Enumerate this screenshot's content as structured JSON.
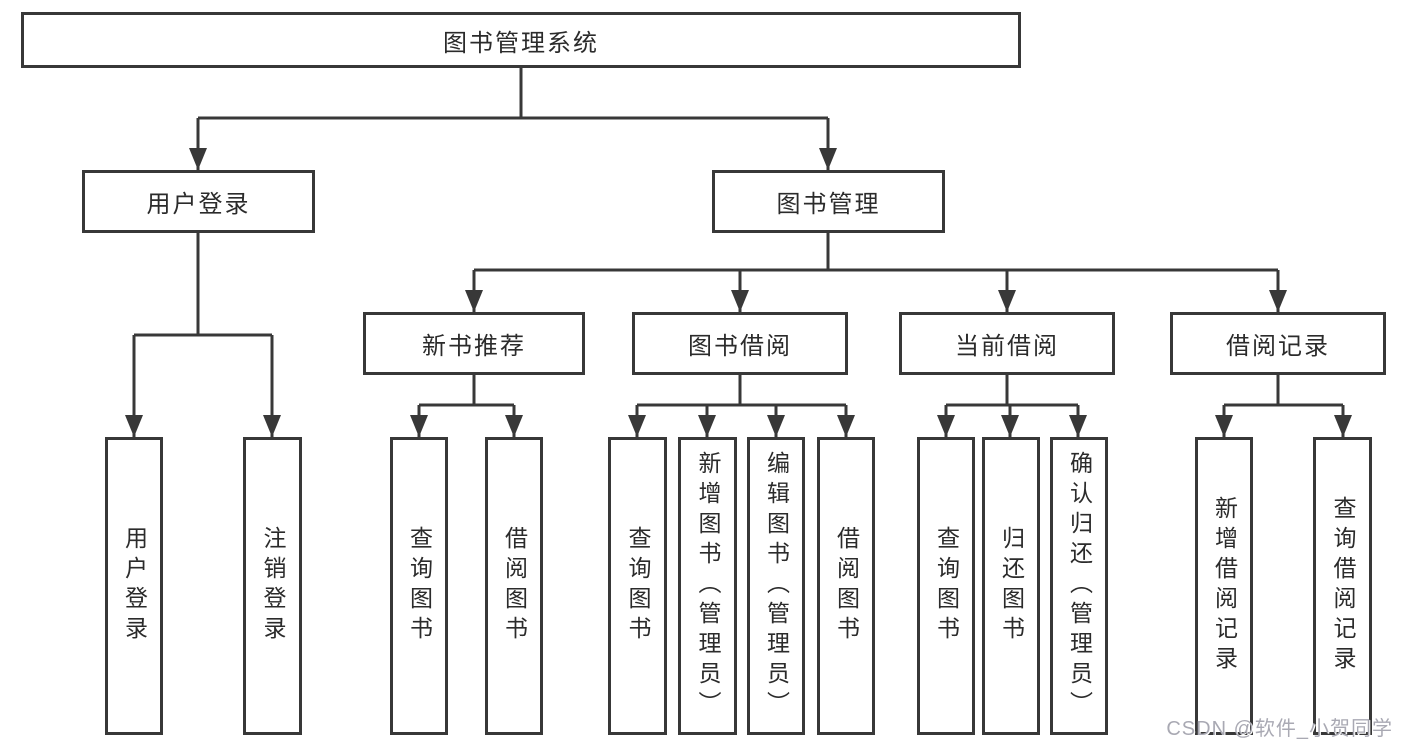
{
  "colors": {
    "line": "#383838",
    "text": "#2b2b2b",
    "background": "#ffffff",
    "watermark": "#a9a9b3"
  },
  "watermark": "CSDN @软件_小贺同学",
  "tree": {
    "root": {
      "label": "图书管理系统"
    },
    "branches": [
      {
        "label": "用户登录",
        "children": [
          {
            "label": "用户登录"
          },
          {
            "label": "注销登录"
          }
        ]
      },
      {
        "label": "图书管理",
        "children": [
          {
            "label": "新书推荐",
            "children": [
              {
                "label": "查询图书"
              },
              {
                "label": "借阅图书"
              }
            ]
          },
          {
            "label": "图书借阅",
            "children": [
              {
                "label": "查询图书"
              },
              {
                "label": "新增图书（管理员）"
              },
              {
                "label": "编辑图书（管理员）"
              },
              {
                "label": "借阅图书"
              }
            ]
          },
          {
            "label": "当前借阅",
            "children": [
              {
                "label": "查询图书"
              },
              {
                "label": "归还图书"
              },
              {
                "label": "确认归还（管理员）"
              }
            ]
          },
          {
            "label": "借阅记录",
            "children": [
              {
                "label": "新增借阅记录"
              },
              {
                "label": "查询借阅记录"
              }
            ]
          }
        ]
      }
    ]
  }
}
